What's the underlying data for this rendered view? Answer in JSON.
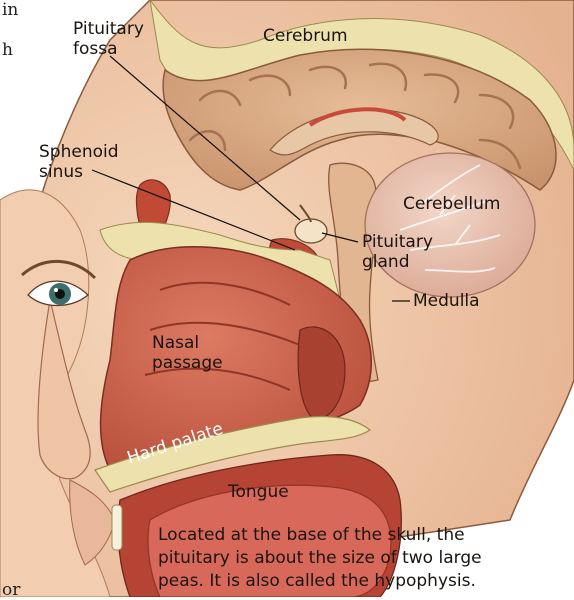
{
  "labels": {
    "pituitary_fossa_1": "Pituitary",
    "pituitary_fossa_2": "fossa",
    "cerebrum": "Cerebrum",
    "sphenoid_sinus_1": "Sphenoid",
    "sphenoid_sinus_2": "sinus",
    "cerebellum": "Cerebellum",
    "pituitary_gland_1": "Pituitary",
    "pituitary_gland_2": "gland",
    "medulla": "Medulla",
    "nasal_passage_1": "Nasal",
    "nasal_passage_2": "passage",
    "hard_palate": "Hard palate",
    "tongue": "Tongue"
  },
  "caption": {
    "line1": "Located at the base of the skull, the",
    "line2": "pituitary is about the size of two large",
    "line3": "peas. It is also called the hypophysis."
  },
  "page_fragments": {
    "top": "in",
    "second": "h",
    "bottom": "or"
  },
  "colors": {
    "skin": "#f0c7a6",
    "brain": "#d9a77f",
    "brain_dark": "#b98560",
    "nasal": "#c85a45",
    "bone": "#efe6b0",
    "tongue": "#c9544a"
  }
}
